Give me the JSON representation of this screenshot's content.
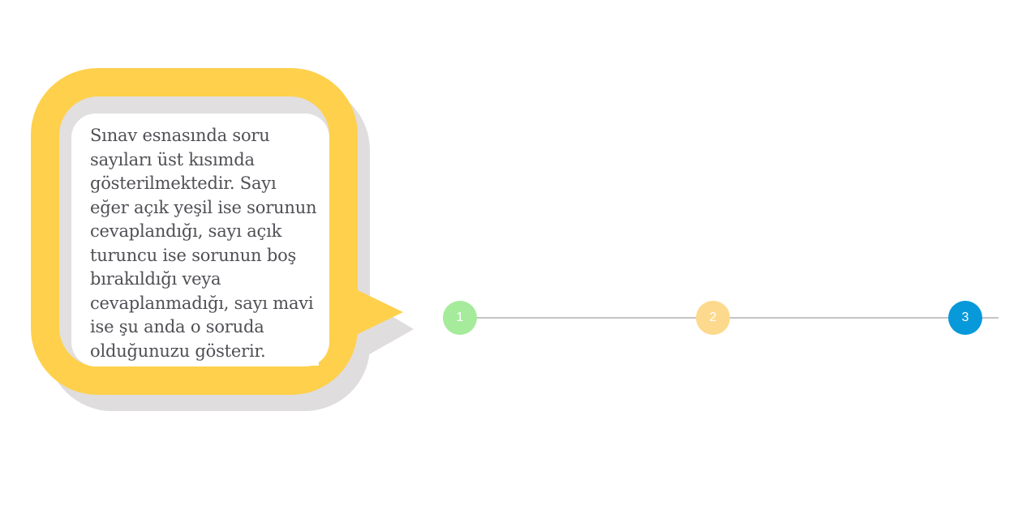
{
  "tooltip": {
    "text": "Sınav esnasında soru sayıları üst kısımda gösterilmektedir. Sayı eğer açık yeşil ise sorunun cevaplandığı, sayı açık turuncu ise sorunun boş bırakıldığı veya cevaplanmadığı, sayı mavi ise şu anda o soruda olduğunuzu gösterir.",
    "frame_color": "#ffd04b",
    "shadow_color": "#dfdddd",
    "text_color": "#4f4f55"
  },
  "question_steps": [
    {
      "label": "1",
      "status": "answered",
      "color": "#a5eb9b"
    },
    {
      "label": "2",
      "status": "unanswered",
      "color": "#fdd98d"
    },
    {
      "label": "3",
      "status": "current",
      "color": "#0799d9"
    }
  ],
  "line_color": "#c4c4c4"
}
